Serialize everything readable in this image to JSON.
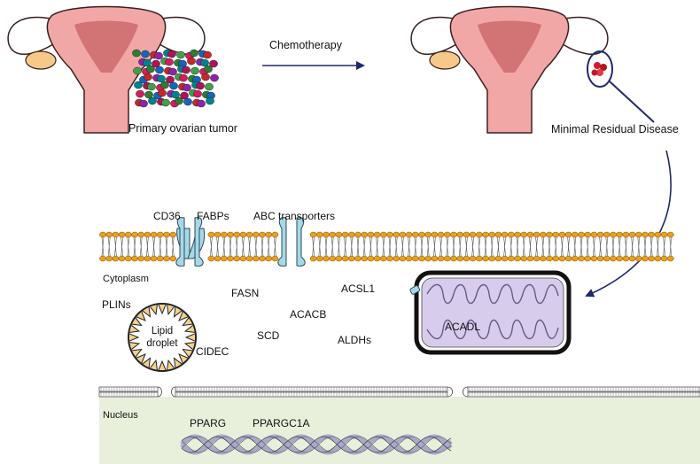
{
  "labels": {
    "primary_tumor": "Primary ovarian tumor",
    "chemotherapy": "Chemotherapy",
    "mrd": "Minimal Residual Disease",
    "cd36": "CD36",
    "fabps": "FABPs",
    "abc": "ABC transporters",
    "cytoplasm": "Cytoplasm",
    "fasn": "FASN",
    "acsl1": "ACSL1",
    "plins": "PLINs",
    "acacb": "ACACB",
    "lipid": "Lipid",
    "droplet": "droplet",
    "scd": "SCD",
    "aldhs": "ALDHs",
    "cidec": "CIDEC",
    "acadl": "ACADL",
    "nucleus": "Nucleus",
    "pparg": "PPARG",
    "ppargc1a": "PPARGC1A"
  },
  "colors": {
    "uterus": "#f2a7a7",
    "uterus_stroke": "#3a2020",
    "ovary": "#f6c98a",
    "arrow": "#1f2a6b",
    "membrane_head": "#e8a020",
    "transporter": "#a8d8e8",
    "nucleus_fill": "#e8f0dc",
    "mito_fill": "#d8ccec",
    "dna": "#a9aacb"
  },
  "icons": [
    "uterus-illustration",
    "tumor-cell-cluster",
    "magnifier-circle",
    "cell-membrane",
    "transporter-protein",
    "lipid-droplet",
    "mitochondrion",
    "nuclear-envelope",
    "dna-double-helix"
  ]
}
